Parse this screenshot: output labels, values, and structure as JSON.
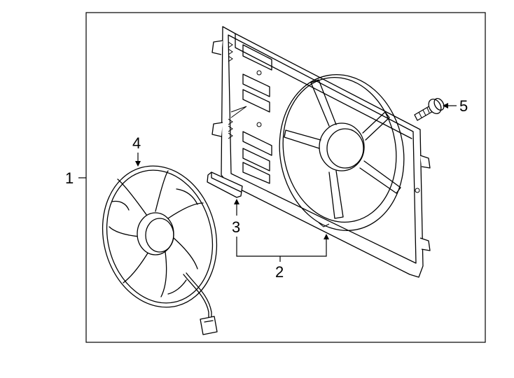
{
  "callouts": {
    "c1": "1",
    "c2": "2",
    "c3": "3",
    "c4": "4",
    "c5": "5"
  },
  "parts": {
    "assembly": "fan-assembly",
    "shroud": "fan-shroud",
    "seal": "seal-strip",
    "fan": "fan-blade-motor",
    "bolt": "mounting-bolt"
  }
}
